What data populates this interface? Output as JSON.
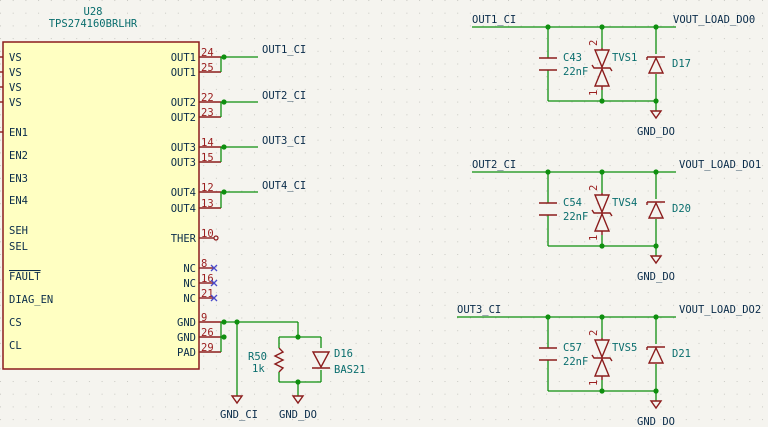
{
  "ic": {
    "ref": "U28",
    "value": "TPS274160BRLHR",
    "left_pins": [
      "VS",
      "VS",
      "VS",
      "VS",
      "EN1",
      "EN2",
      "EN3",
      "EN4",
      "SEH",
      "SEL",
      "FAULT",
      "DIAG_EN",
      "CS",
      "CL"
    ],
    "right_pins": [
      {
        "name": "OUT1",
        "num": "24"
      },
      {
        "name": "OUT1",
        "num": "25"
      },
      {
        "name": "OUT2",
        "num": "22"
      },
      {
        "name": "OUT2",
        "num": "23"
      },
      {
        "name": "OUT3",
        "num": "14"
      },
      {
        "name": "OUT3",
        "num": "15"
      },
      {
        "name": "OUT4",
        "num": "12"
      },
      {
        "name": "OUT4",
        "num": "13"
      },
      {
        "name": "THER",
        "num": "10"
      },
      {
        "name": "NC",
        "num": "8"
      },
      {
        "name": "NC",
        "num": "16"
      },
      {
        "name": "NC",
        "num": "21"
      },
      {
        "name": "GND",
        "num": "9"
      },
      {
        "name": "GND",
        "num": "26"
      },
      {
        "name": "PAD",
        "num": "29"
      }
    ]
  },
  "nets": {
    "out1": "OUT1_CI",
    "out2": "OUT2_CI",
    "out3": "OUT3_CI",
    "out4": "OUT4_CI",
    "gnd_ci": "GND_CI",
    "gnd_do": "GND_DO"
  },
  "r50": {
    "ref": "R50",
    "value": "1k"
  },
  "d16": {
    "ref": "D16",
    "value": "BAS21"
  },
  "channels": [
    {
      "in": "OUT1_CI",
      "out": "VOUT_LOAD_DO0",
      "cap": "C43",
      "cap_val": "22nF",
      "tvs": "TVS1",
      "diode": "D17",
      "gnd": "GND_DO",
      "pin_top": "2",
      "pin_bot": "1"
    },
    {
      "in": "OUT2_CI",
      "out": "VOUT_LOAD_DO1",
      "cap": "C54",
      "cap_val": "22nF",
      "tvs": "TVS4",
      "diode": "D20",
      "gnd": "GND_DO",
      "pin_top": "2",
      "pin_bot": "1"
    },
    {
      "in": "OUT3_CI",
      "out": "VOUT_LOAD_DO2",
      "cap": "C57",
      "cap_val": "22nF",
      "tvs": "TVS5",
      "diode": "D21",
      "gnd": "GND_DO",
      "pin_top": "2",
      "pin_bot": "1"
    }
  ],
  "colors": {
    "background": "#f5f4ef",
    "ic_fill": "#ffffc2",
    "symbol": "#8b1c1c",
    "wire": "#0f8f0f",
    "text": "#0a2c4a",
    "pin_number": "#9b2020",
    "refdes": "#0a6e6e",
    "no_connect": "#4a4acb"
  }
}
